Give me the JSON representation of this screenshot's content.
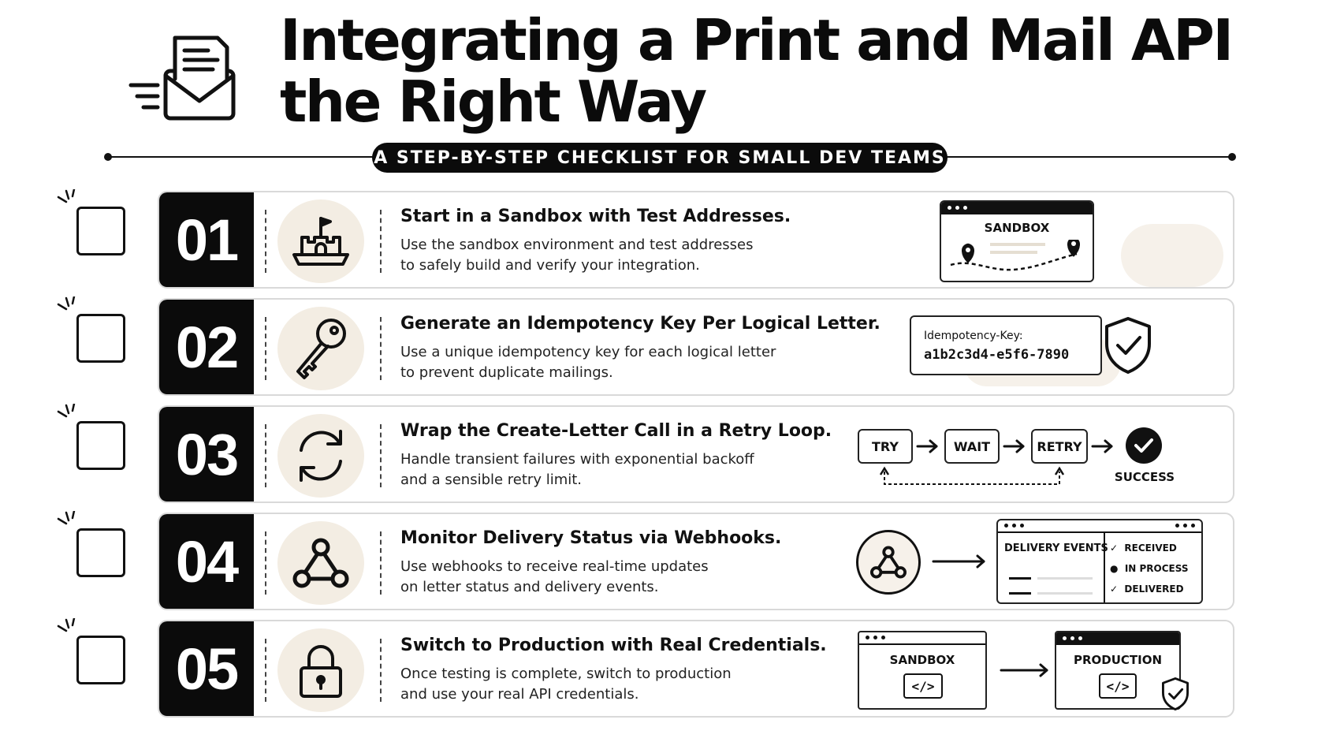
{
  "header": {
    "title_line1": "Integrating a Print and Mail API",
    "title_line2": "the Right Way",
    "subtitle": "A STEP-BY-STEP CHECKLIST FOR SMALL DEV TEAMS",
    "logo_icon": "envelope-letter-icon"
  },
  "steps": [
    {
      "number": "01",
      "title": "Start in a Sandbox with Test Addresses.",
      "desc_line1": "Use the sandbox environment and test addresses",
      "desc_line2": "to safely build and verify your integration.",
      "icon": "sandcastle-icon"
    },
    {
      "number": "02",
      "title": "Generate an Idempotency Key Per Logical Letter.",
      "desc_line1": "Use a unique idempotency key for each logical letter",
      "desc_line2": "to prevent duplicate mailings.",
      "icon": "key-icon"
    },
    {
      "number": "03",
      "title": "Wrap the Create-Letter Call in a Retry Loop.",
      "desc_line1": "Handle transient failures with exponential backoff",
      "desc_line2": "and a sensible retry limit.",
      "icon": "refresh-icon"
    },
    {
      "number": "04",
      "title": "Monitor Delivery Status via Webhooks.",
      "desc_line1": "Use webhooks to receive real-time updates",
      "desc_line2": "on letter status and delivery events.",
      "icon": "webhook-icon"
    },
    {
      "number": "05",
      "title": "Switch to Production with Real Credentials.",
      "desc_line1": "Once testing is complete, switch to production",
      "desc_line2": "and use your real API credentials.",
      "icon": "padlock-icon"
    }
  ],
  "illustrations": {
    "sandbox_label": "SANDBOX",
    "idempotency_key_label": "Idempotency-Key:",
    "idempotency_key_value": "a1b2c3d4-e5f6-7890",
    "retry": {
      "try": "TRY",
      "wait": "WAIT",
      "retry": "RETRY",
      "success": "SUCCESS"
    },
    "events": {
      "header": "DELIVERY EVENTS",
      "items": [
        "RECEIVED",
        "IN PROCESS",
        "DELIVERED"
      ]
    },
    "env": {
      "from": "SANDBOX",
      "to": "PRODUCTION",
      "code": "</>"
    }
  },
  "colors": {
    "black": "#0b0b0b",
    "beige": "#f3ede3",
    "border": "#d9d9d9"
  }
}
